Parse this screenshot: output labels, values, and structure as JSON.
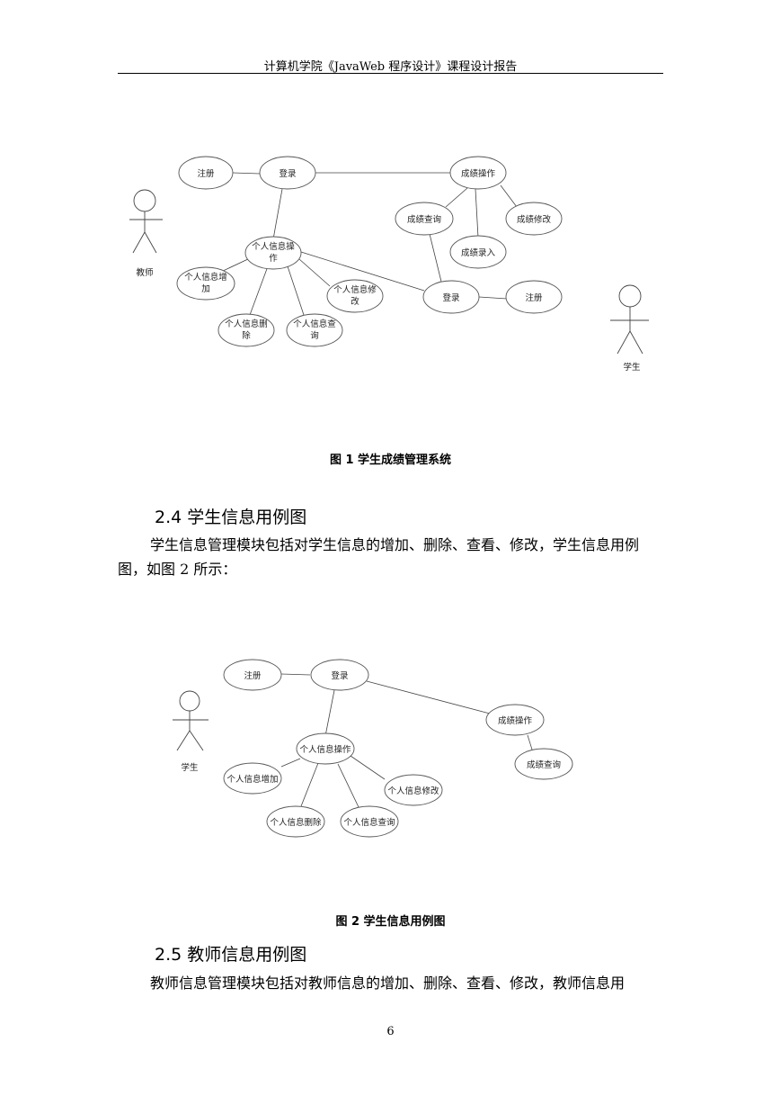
{
  "header": {
    "title": "计算机学院《JavaWeb 程序设计》课程设计报告"
  },
  "figure1": {
    "caption": "图 1  学生成绩管理系统",
    "actors": {
      "teacher": "教师",
      "student": "学生"
    },
    "nodes": {
      "register_t": "注册",
      "login_t": "登录",
      "grade_ops": "成绩操作",
      "grade_query": "成绩查询",
      "grade_modify": "成绩修改",
      "grade_entry": "成绩录入",
      "info_ops_1": "个人信息操",
      "info_ops_2": "作",
      "info_add_1": "个人信息增",
      "info_add_2": "加",
      "info_modify_1": "个人信息修",
      "info_modify_2": "改",
      "info_delete_1": "个人信息删",
      "info_delete_2": "除",
      "info_query_1": "个人信息查",
      "info_query_2": "询",
      "login_s": "登录",
      "register_s": "注册"
    }
  },
  "section24": {
    "heading": "2.4 学生信息用例图",
    "paragraph": "学生信息管理模块包括对学生信息的增加、删除、查看、修改，学生信息用例图，如图 2 所示："
  },
  "figure2": {
    "caption": "图 2  学生信息用例图",
    "actors": {
      "student": "学生"
    },
    "nodes": {
      "register": "注册",
      "login": "登录",
      "grade_ops": "成绩操作",
      "grade_query": "成绩查询",
      "info_ops": "个人信息操作",
      "info_add": "个人信息增加",
      "info_modify": "个人信息修改",
      "info_delete": "个人信息删除",
      "info_query": "个人信息查询"
    }
  },
  "section25": {
    "heading": "2.5 教师信息用例图",
    "paragraph": "教师信息管理模块包括对教师信息的增加、删除、查看、修改，教师信息用"
  },
  "footer": {
    "page_number": "6"
  }
}
